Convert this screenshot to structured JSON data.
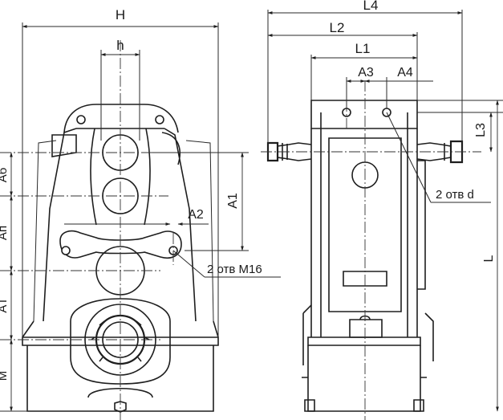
{
  "front_view": {
    "dim_H": "H",
    "dim_h": "h",
    "dim_A1": "A1",
    "dim_A2": "A2",
    "dim_Ab": "Aб",
    "dim_An": "Aп",
    "dim_AT": "AТ",
    "dim_M": "M",
    "callout_holes": "2 отв M16"
  },
  "side_view": {
    "dim_L4": "L4",
    "dim_L2": "L2",
    "dim_L1": "L1",
    "dim_A3": "A3",
    "dim_A4": "A4",
    "dim_L3": "L3",
    "dim_L": "L",
    "callout_holes": "2 отв d"
  },
  "colors": {
    "line": "#1e1e1e",
    "background": "#ffffff"
  }
}
